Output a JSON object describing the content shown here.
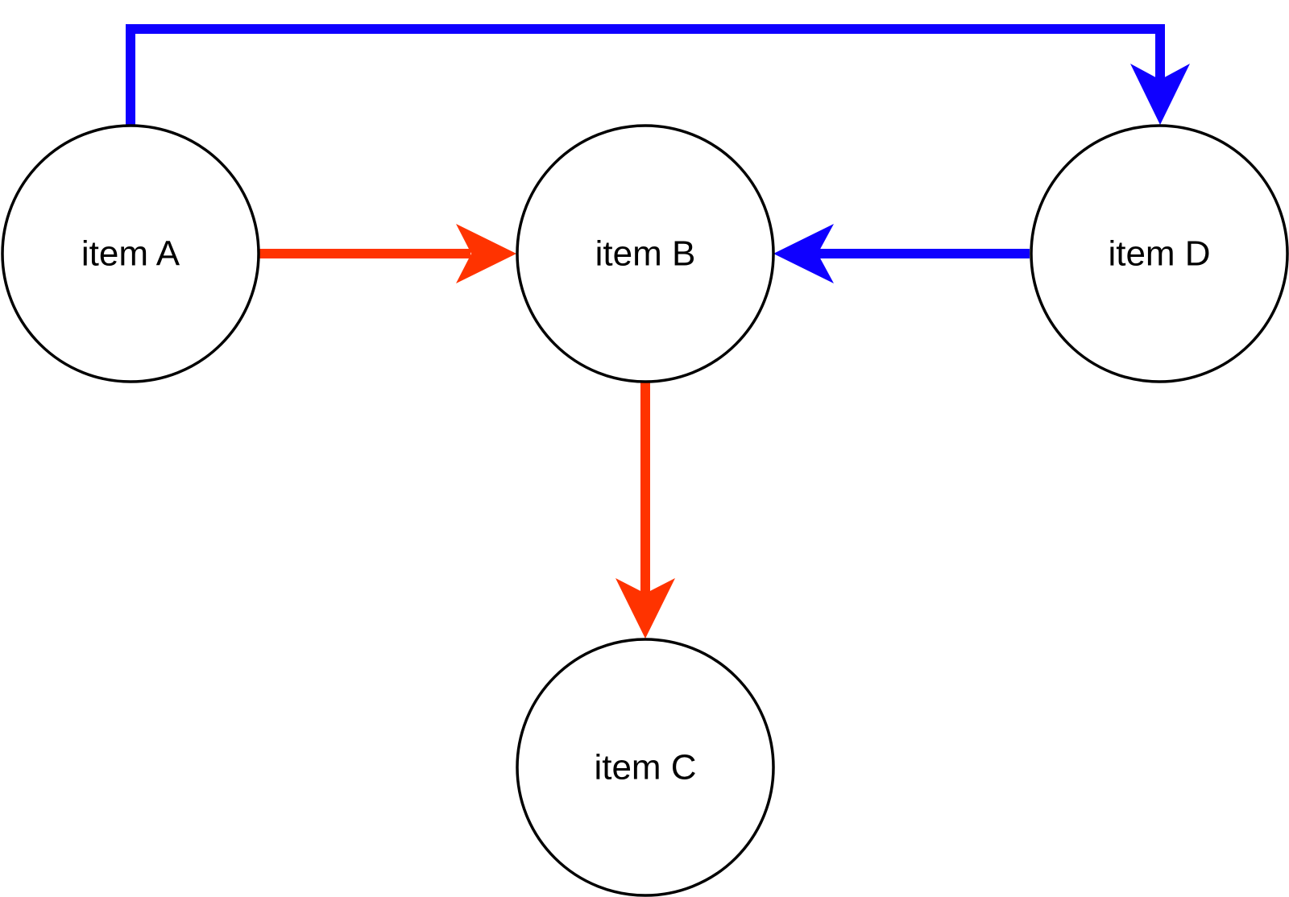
{
  "nodes": {
    "a": {
      "label": "item A"
    },
    "b": {
      "label": "item B"
    },
    "c": {
      "label": "item C"
    },
    "d": {
      "label": "item D"
    }
  },
  "edges": [
    {
      "from": "item A",
      "to": "item B",
      "color": "#FF3300"
    },
    {
      "from": "item B",
      "to": "item C",
      "color": "#FF3300"
    },
    {
      "from": "item D",
      "to": "item B",
      "color": "#0F00FF"
    },
    {
      "from": "item A",
      "to": "item D",
      "color": "#0F00FF"
    }
  ],
  "colors": {
    "red_edge": "#FF3300",
    "blue_edge": "#0F00FF",
    "node_stroke": "#000000",
    "node_fill": "#FFFFFF"
  }
}
